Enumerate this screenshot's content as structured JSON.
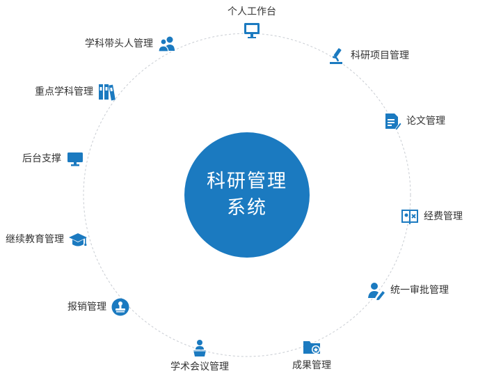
{
  "accent_color": "#1b7ac0",
  "ring_color": "#c8ccd2",
  "hub": {
    "line1": "科研管理",
    "line2": "系统"
  },
  "nodes": [
    {
      "id": "personal-workbench",
      "label": "个人工作台",
      "icon": "monitor-icon"
    },
    {
      "id": "research-project",
      "label": "科研项目管理",
      "icon": "microscope-icon"
    },
    {
      "id": "paper",
      "label": "论文管理",
      "icon": "document-edit-icon"
    },
    {
      "id": "funding",
      "label": "经费管理",
      "icon": "ledger-icon"
    },
    {
      "id": "unified-approval",
      "label": "统一审批管理",
      "icon": "user-edit-icon"
    },
    {
      "id": "achievement",
      "label": "成果管理",
      "icon": "folder-star-icon"
    },
    {
      "id": "academic-conference",
      "label": "学术会议管理",
      "icon": "podium-speaker-icon"
    },
    {
      "id": "reimbursement",
      "label": "报销管理",
      "icon": "stamp-icon"
    },
    {
      "id": "continuing-education",
      "label": "继续教育管理",
      "icon": "graduation-cap-icon"
    },
    {
      "id": "backend-support",
      "label": "后台支撑",
      "icon": "display-icon"
    },
    {
      "id": "key-discipline",
      "label": "重点学科管理",
      "icon": "binders-icon"
    },
    {
      "id": "discipline-leader",
      "label": "学科带头人管理",
      "icon": "users-icon"
    }
  ]
}
